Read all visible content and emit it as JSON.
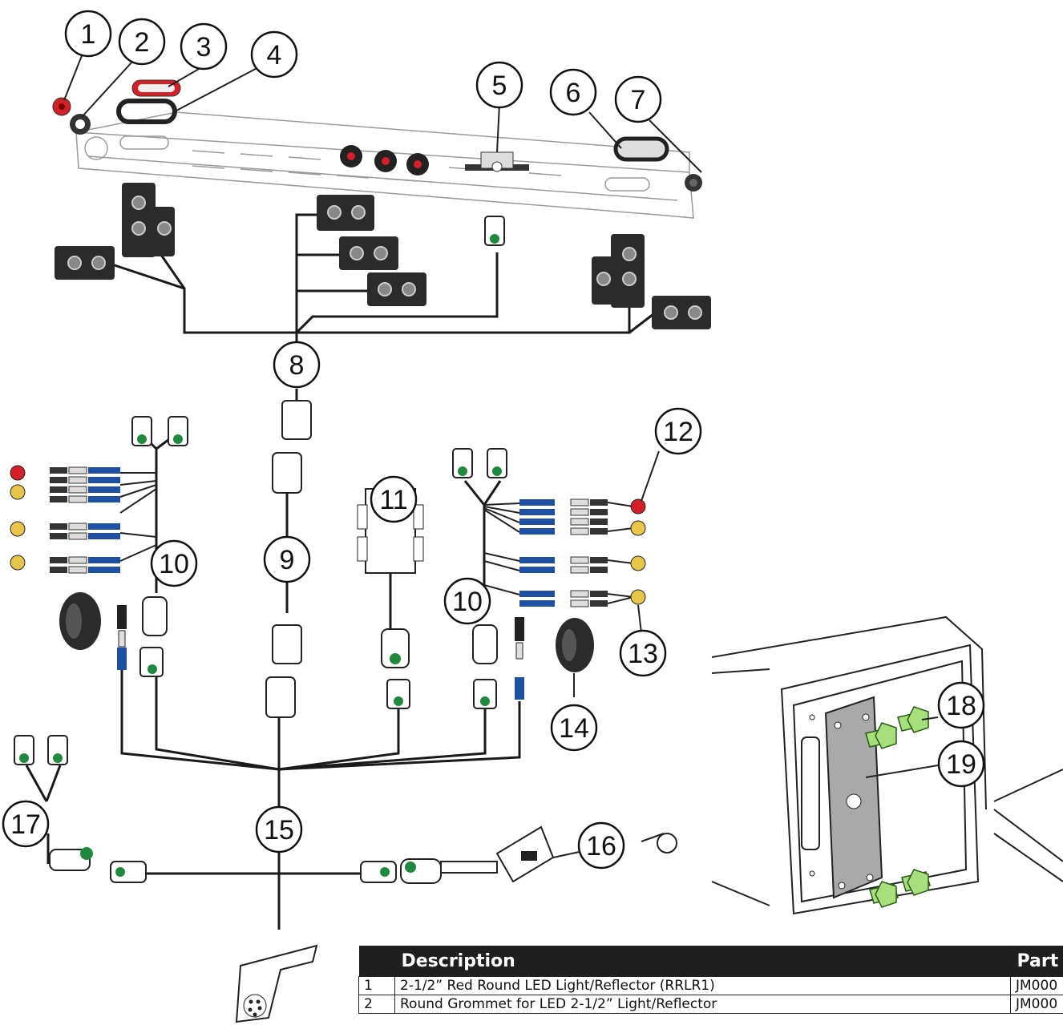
{
  "callouts": [
    "1",
    "2",
    "3",
    "4",
    "5",
    "6",
    "7",
    "8",
    "9",
    "10",
    "10",
    "11",
    "12",
    "13",
    "14",
    "15",
    "16",
    "17",
    "18",
    "19"
  ],
  "table": {
    "headers": {
      "number": "",
      "description": "Description",
      "part": "Part I"
    },
    "rows": [
      {
        "number": "1",
        "description": "2-1/2” Red Round LED Light/Reflector (RRLR1)",
        "part": "JM000"
      },
      {
        "number": "2",
        "description": "Round Grommet for LED 2-1/2” Light/Reflector",
        "part": "JM000"
      }
    ]
  },
  "colors": {
    "red_light": "#d32027",
    "amber_light": "#e9c64a",
    "connector_green": "#1f8a3e",
    "terminal_blue": "#1d4fa3",
    "bolt_green": "#a6e07a",
    "plate_gray": "#a9a9a9",
    "junction_block": "#2b2b2b"
  },
  "icons": [
    "light-icon",
    "grommet-icon",
    "connector-icon",
    "terminal-icon",
    "bolt-icon",
    "plug-icon",
    "wire-spool-icon",
    "module-icon"
  ]
}
